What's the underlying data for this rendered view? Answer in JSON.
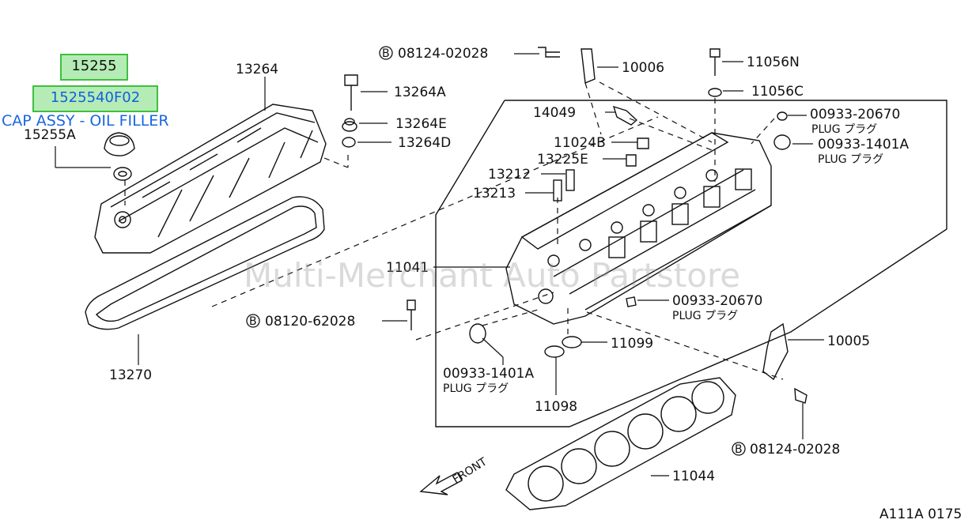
{
  "selection": {
    "part_box_top": "15255",
    "part_box_selected": "1525540F02",
    "caption": "CAP ASSY - OIL FILLER"
  },
  "watermark": "Multi-Merchant Auto Partstore",
  "diagram_code": "A111A 0175",
  "front_label": "FRONT",
  "labels": {
    "l15255a": "15255A",
    "l13264": "13264",
    "l13264a": "13264A",
    "l13264e": "13264E",
    "l13264d": "13264D",
    "l13270": "13270",
    "l08124_top": "08124-02028",
    "l10006": "10006",
    "l11056n": "11056N",
    "l11056c": "11056C",
    "l14049": "14049",
    "l00933_20670_top": "00933-20670",
    "plug1": "PLUG プラグ",
    "l00933_1401a_top": "00933-1401A",
    "plug2": "PLUG プラグ",
    "l11024b": "11024B",
    "l13225e": "13225E",
    "l13212": "13212",
    "l13213": "13213",
    "l11041": "11041",
    "l00933_20670_mid": "00933-20670",
    "plug3": "PLUG プラグ",
    "l08120": "08120-62028",
    "l11099": "11099",
    "l10005": "10005",
    "l00933_1401a_bot": "00933-1401A",
    "plug4": "PLUG プラグ",
    "l11098": "11098",
    "l08124_bot": "08124-02028",
    "l11044": "11044"
  },
  "bolt_marker": "B"
}
